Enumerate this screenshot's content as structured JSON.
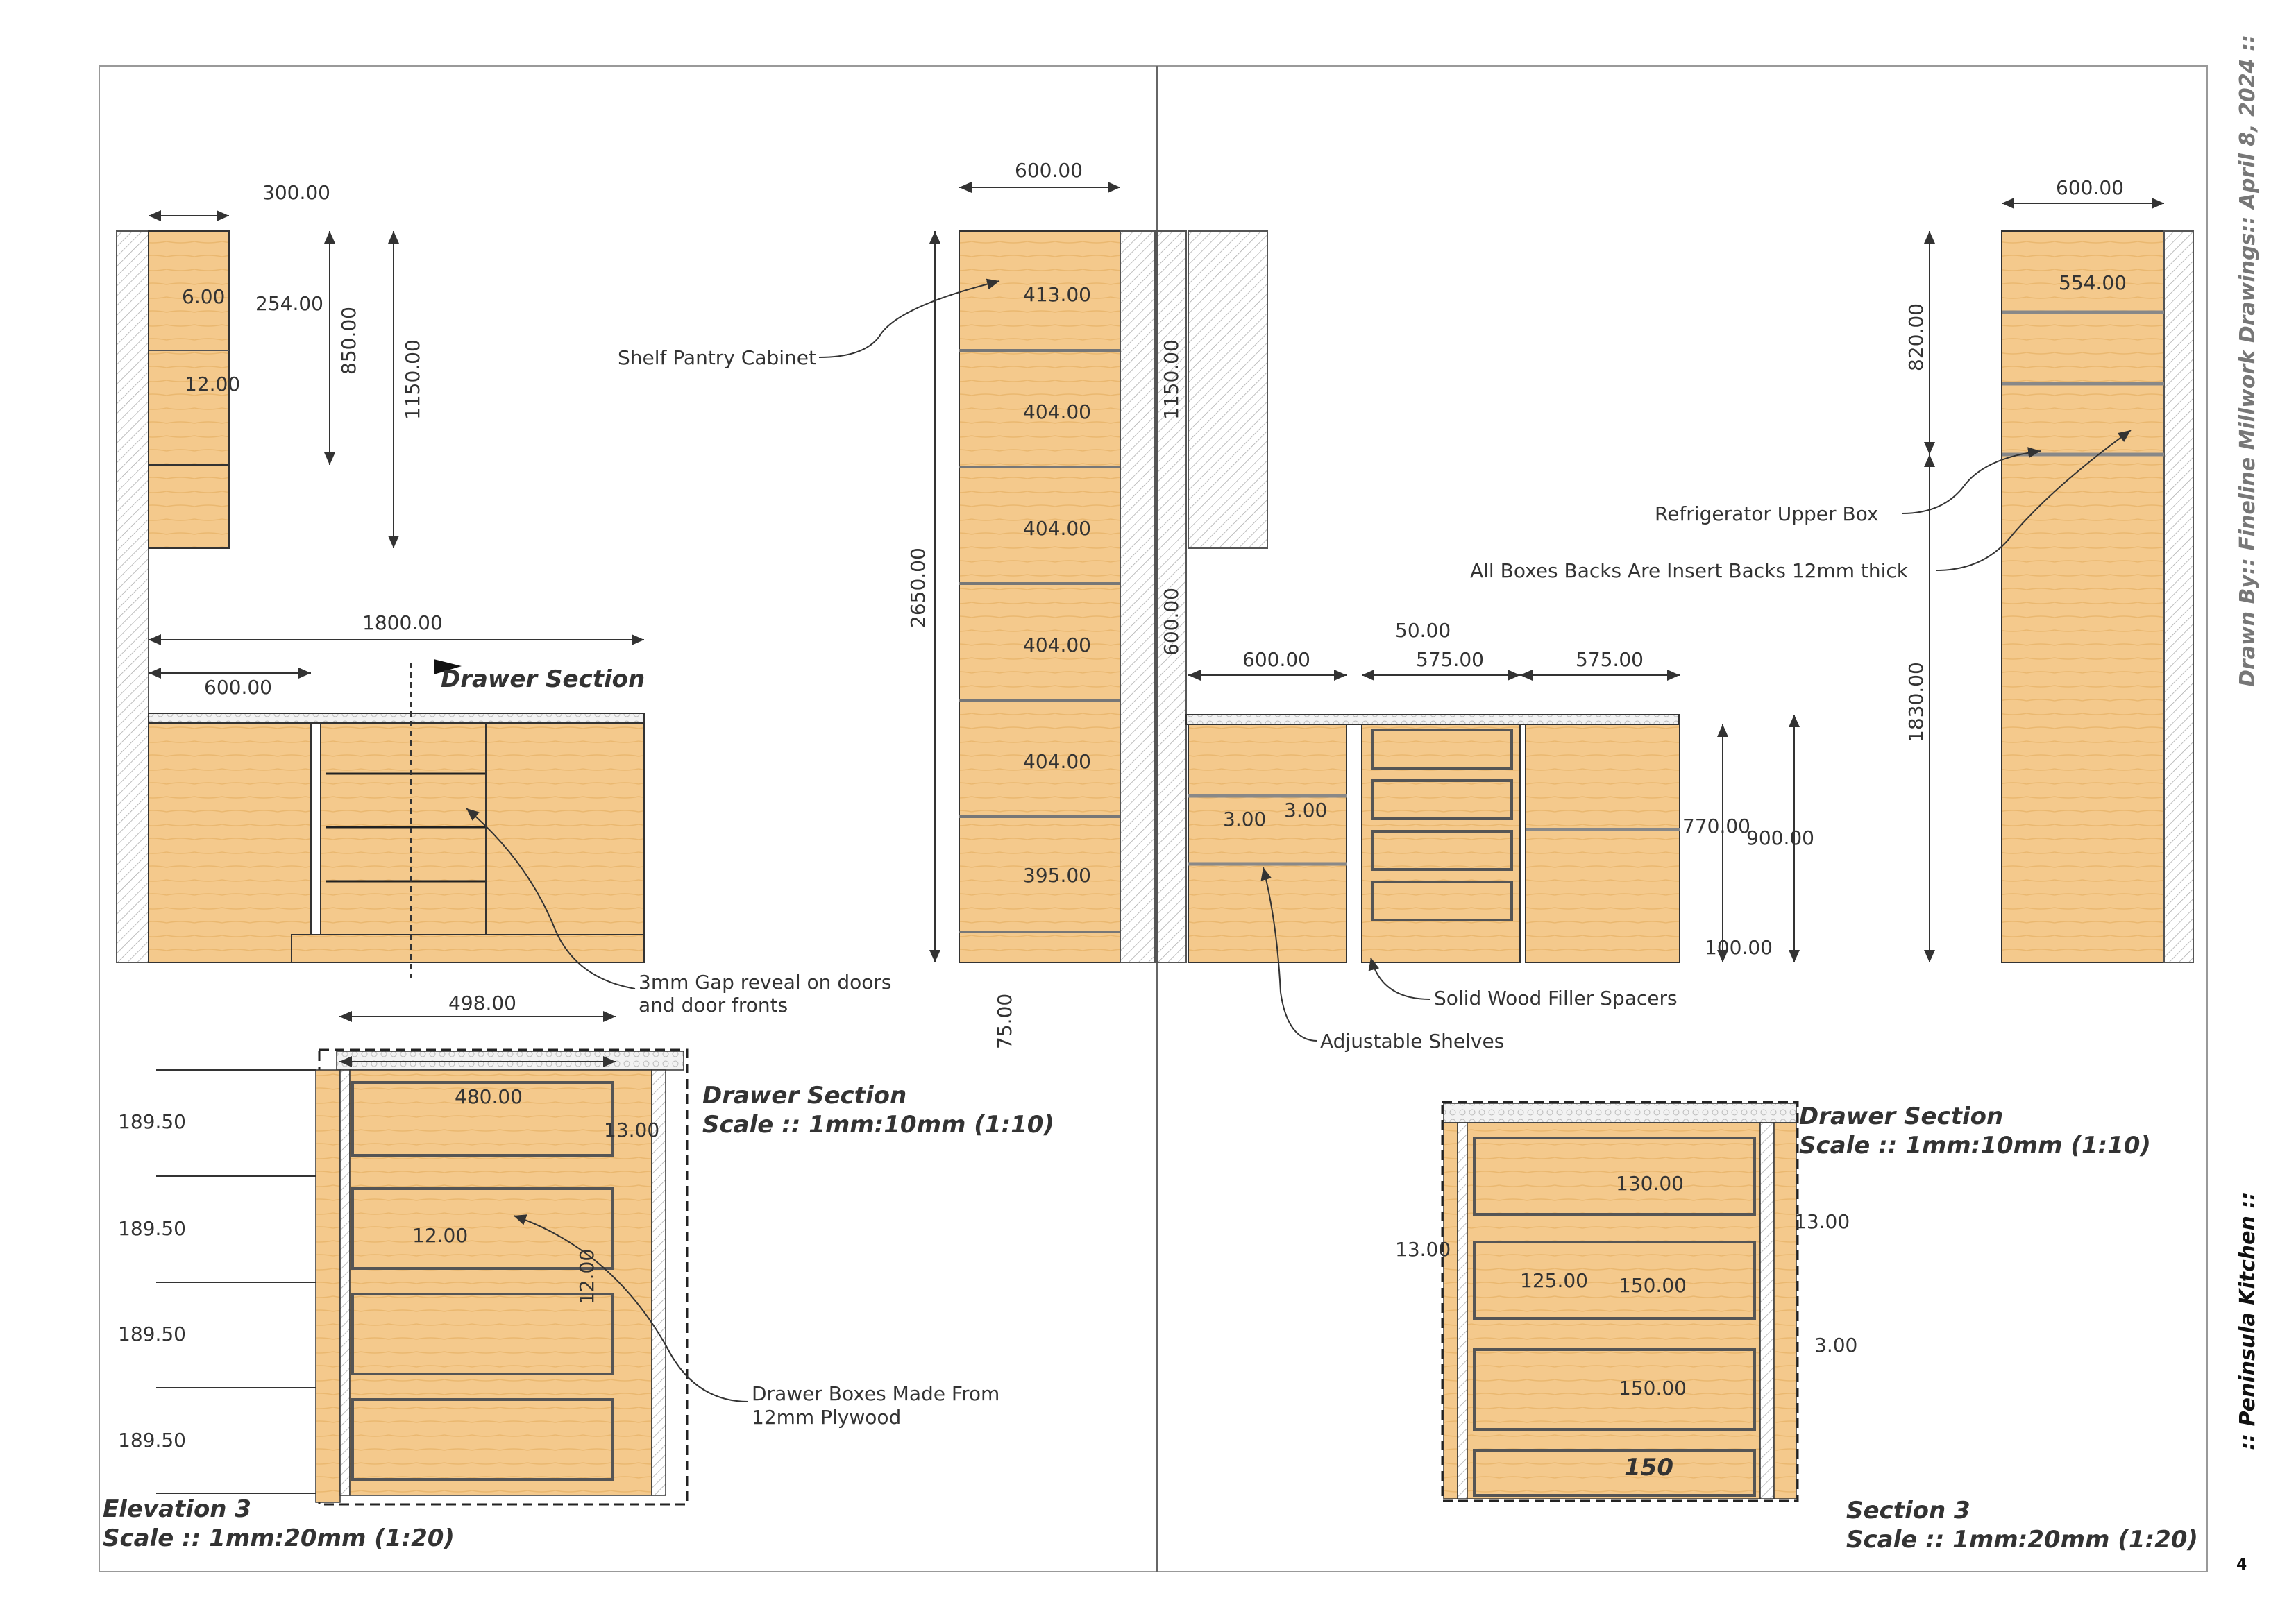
{
  "sheet": {
    "side_title_drawn_by": "Drawn By:: Fineline Millwork Drawings::  April 8, 2024 ::",
    "side_title_project": "::  Peninsula Kitchen  ::",
    "page_number": "4"
  },
  "elevation": {
    "title": "Elevation 3",
    "scale": "Scale :: 1mm:20mm (1:20)",
    "dims": {
      "d300": "300.00",
      "d6": "6.00",
      "d254": "254.00",
      "d12": "12.00",
      "d850": "850.00",
      "d1150": "1150.00",
      "d1800": "1800.00",
      "d600": "600.00",
      "tall_width": "600.00",
      "d2650": "2650.00",
      "s413": "413.00",
      "s404a": "404.00",
      "s404b": "404.00",
      "s404c": "404.00",
      "s404d": "404.00",
      "s395": "395.00",
      "d75": "75.00",
      "upper_1150": "1150.00",
      "d600v": "600.00"
    },
    "section_marker": "Drawer Section",
    "notes": {
      "shelf_pantry": "Shelf Pantry Cabinet",
      "gap_reveal_1": "3mm Gap reveal on doors",
      "gap_reveal_2": "and door fronts"
    }
  },
  "section": {
    "title": "Section 3",
    "scale": "Scale :: 1mm:20mm (1:20)",
    "dims": {
      "d600": "600.00",
      "d50": "50.00",
      "d575a": "575.00",
      "d575b": "575.00",
      "d3a": "3.00",
      "d3b": "3.00",
      "d770": "770.00",
      "d900": "900.00",
      "d100": "100.00",
      "ref_width": "600.00",
      "d554": "554.00",
      "d820": "820.00",
      "d1830": "1830.00"
    },
    "notes": {
      "solid_wood": "Solid Wood Filler Spacers",
      "adjustable": "Adjustable Shelves",
      "ref_upper": "Refrigerator Upper Box",
      "insert_backs": "All Boxes Backs Are Insert Backs 12mm thick"
    }
  },
  "drawer_section_left": {
    "title": "Drawer Section",
    "scale": "Scale :: 1mm:10mm (1:10)",
    "dims": {
      "d498": "498.00",
      "d480": "480.00",
      "d13": "13.00",
      "d12a": "12.00",
      "d12b": "12.00",
      "h1": "189.50",
      "h2": "189.50",
      "h3": "189.50",
      "h4": "189.50"
    },
    "note_1": "Drawer Boxes Made From",
    "note_2": "12mm Plywood"
  },
  "drawer_section_right": {
    "title": "Drawer Section",
    "scale": "Scale :: 1mm:10mm (1:10)",
    "dims": {
      "d130": "130.00",
      "d13a": "13.00",
      "d13b": "13.00",
      "d125": "125.00",
      "d150a": "150.00",
      "d3": "3.00",
      "d150b": "150.00",
      "d150big": "150"
    }
  }
}
